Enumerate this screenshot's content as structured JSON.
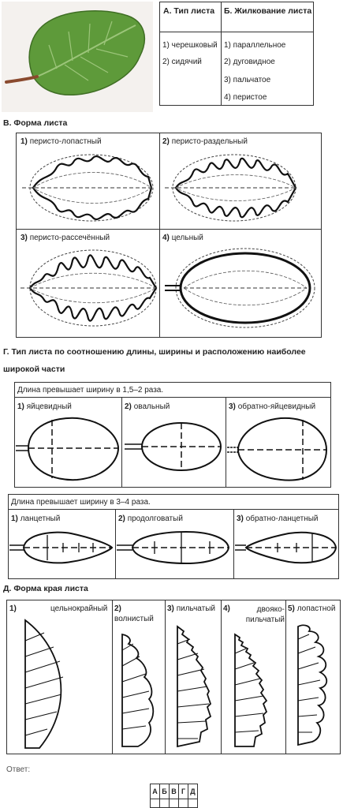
{
  "leaf_photo_alt": "birch-leaf-photo",
  "table_ab": {
    "col_a_header": "А. Тип листа",
    "col_b_header": "Б. Жилкование листа",
    "col_a_items": [
      "1) черешковый",
      "2) сидячий"
    ],
    "col_b_items": [
      "1) параллельное",
      "2) дуговидное",
      "3) пальчатое",
      "4) перистое"
    ]
  },
  "section_v": {
    "title": "В. Форма листа",
    "items": [
      {
        "num": "1)",
        "label": "перисто-лопастный"
      },
      {
        "num": "2)",
        "label": "перисто-раздельный"
      },
      {
        "num": "3)",
        "label": "перисто-рассечённый"
      },
      {
        "num": "4)",
        "label": "цельный"
      }
    ]
  },
  "section_g": {
    "title_line1": "Г. Тип листа по соотношению длины, ширины и расположению наиболее",
    "title_line2": "широкой части",
    "group1_caption": "Длина превышает ширину в 1,5–2 раза.",
    "group1_items": [
      {
        "num": "1)",
        "label": "яйцевидный"
      },
      {
        "num": "2)",
        "label": "овальный"
      },
      {
        "num": "3)",
        "label": "обратно-яйцевидный"
      }
    ],
    "group2_caption": "Длина превышает ширину в 3–4 раза.",
    "group2_items": [
      {
        "num": "1)",
        "label": "ланцетный"
      },
      {
        "num": "2)",
        "label": "продолговатый"
      },
      {
        "num": "3)",
        "label": "обратно-ланцетный"
      }
    ]
  },
  "section_d": {
    "title": "Д. Форма края листа",
    "items": [
      {
        "num": "1)",
        "label": "цельнокрайный"
      },
      {
        "num": "2)",
        "label": "волнистый"
      },
      {
        "num": "3)",
        "label": "пильчатый"
      },
      {
        "num": "4)",
        "label": "двояко-пильчатый"
      },
      {
        "num": "5)",
        "label": "лопастной"
      }
    ]
  },
  "answer": {
    "label": "Ответ:",
    "letters": [
      "А",
      "Б",
      "В",
      "Г",
      "Д"
    ]
  }
}
